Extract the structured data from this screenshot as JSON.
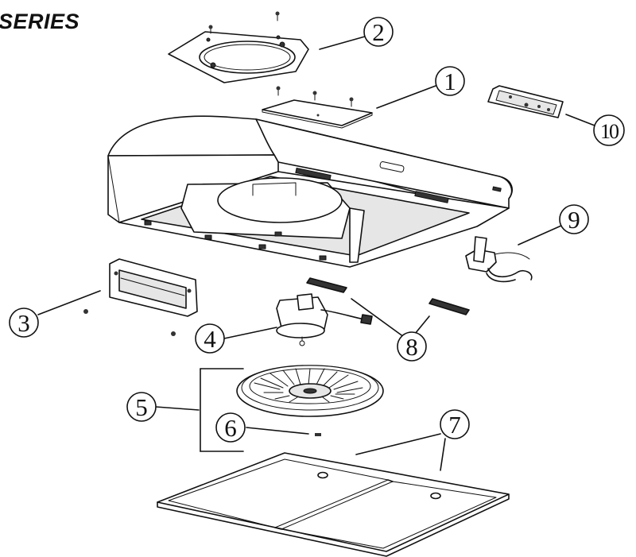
{
  "header": {
    "title": "SERIES"
  },
  "callouts": [
    {
      "id": 1,
      "label": "1",
      "part": "mounting-plate"
    },
    {
      "id": 2,
      "label": "2",
      "part": "damper-collar"
    },
    {
      "id": 3,
      "label": "3",
      "part": "light-housing"
    },
    {
      "id": 4,
      "label": "4",
      "part": "motor"
    },
    {
      "id": 5,
      "label": "5",
      "part": "blower-assembly"
    },
    {
      "id": 6,
      "label": "6",
      "part": "blower-clip"
    },
    {
      "id": 7,
      "label": "7",
      "part": "grease-filters"
    },
    {
      "id": 8,
      "label": "8",
      "part": "filter-springs"
    },
    {
      "id": 9,
      "label": "9",
      "part": "power-cord-bracket"
    },
    {
      "id": 10,
      "label": "10",
      "part": "control-switch-board"
    }
  ]
}
